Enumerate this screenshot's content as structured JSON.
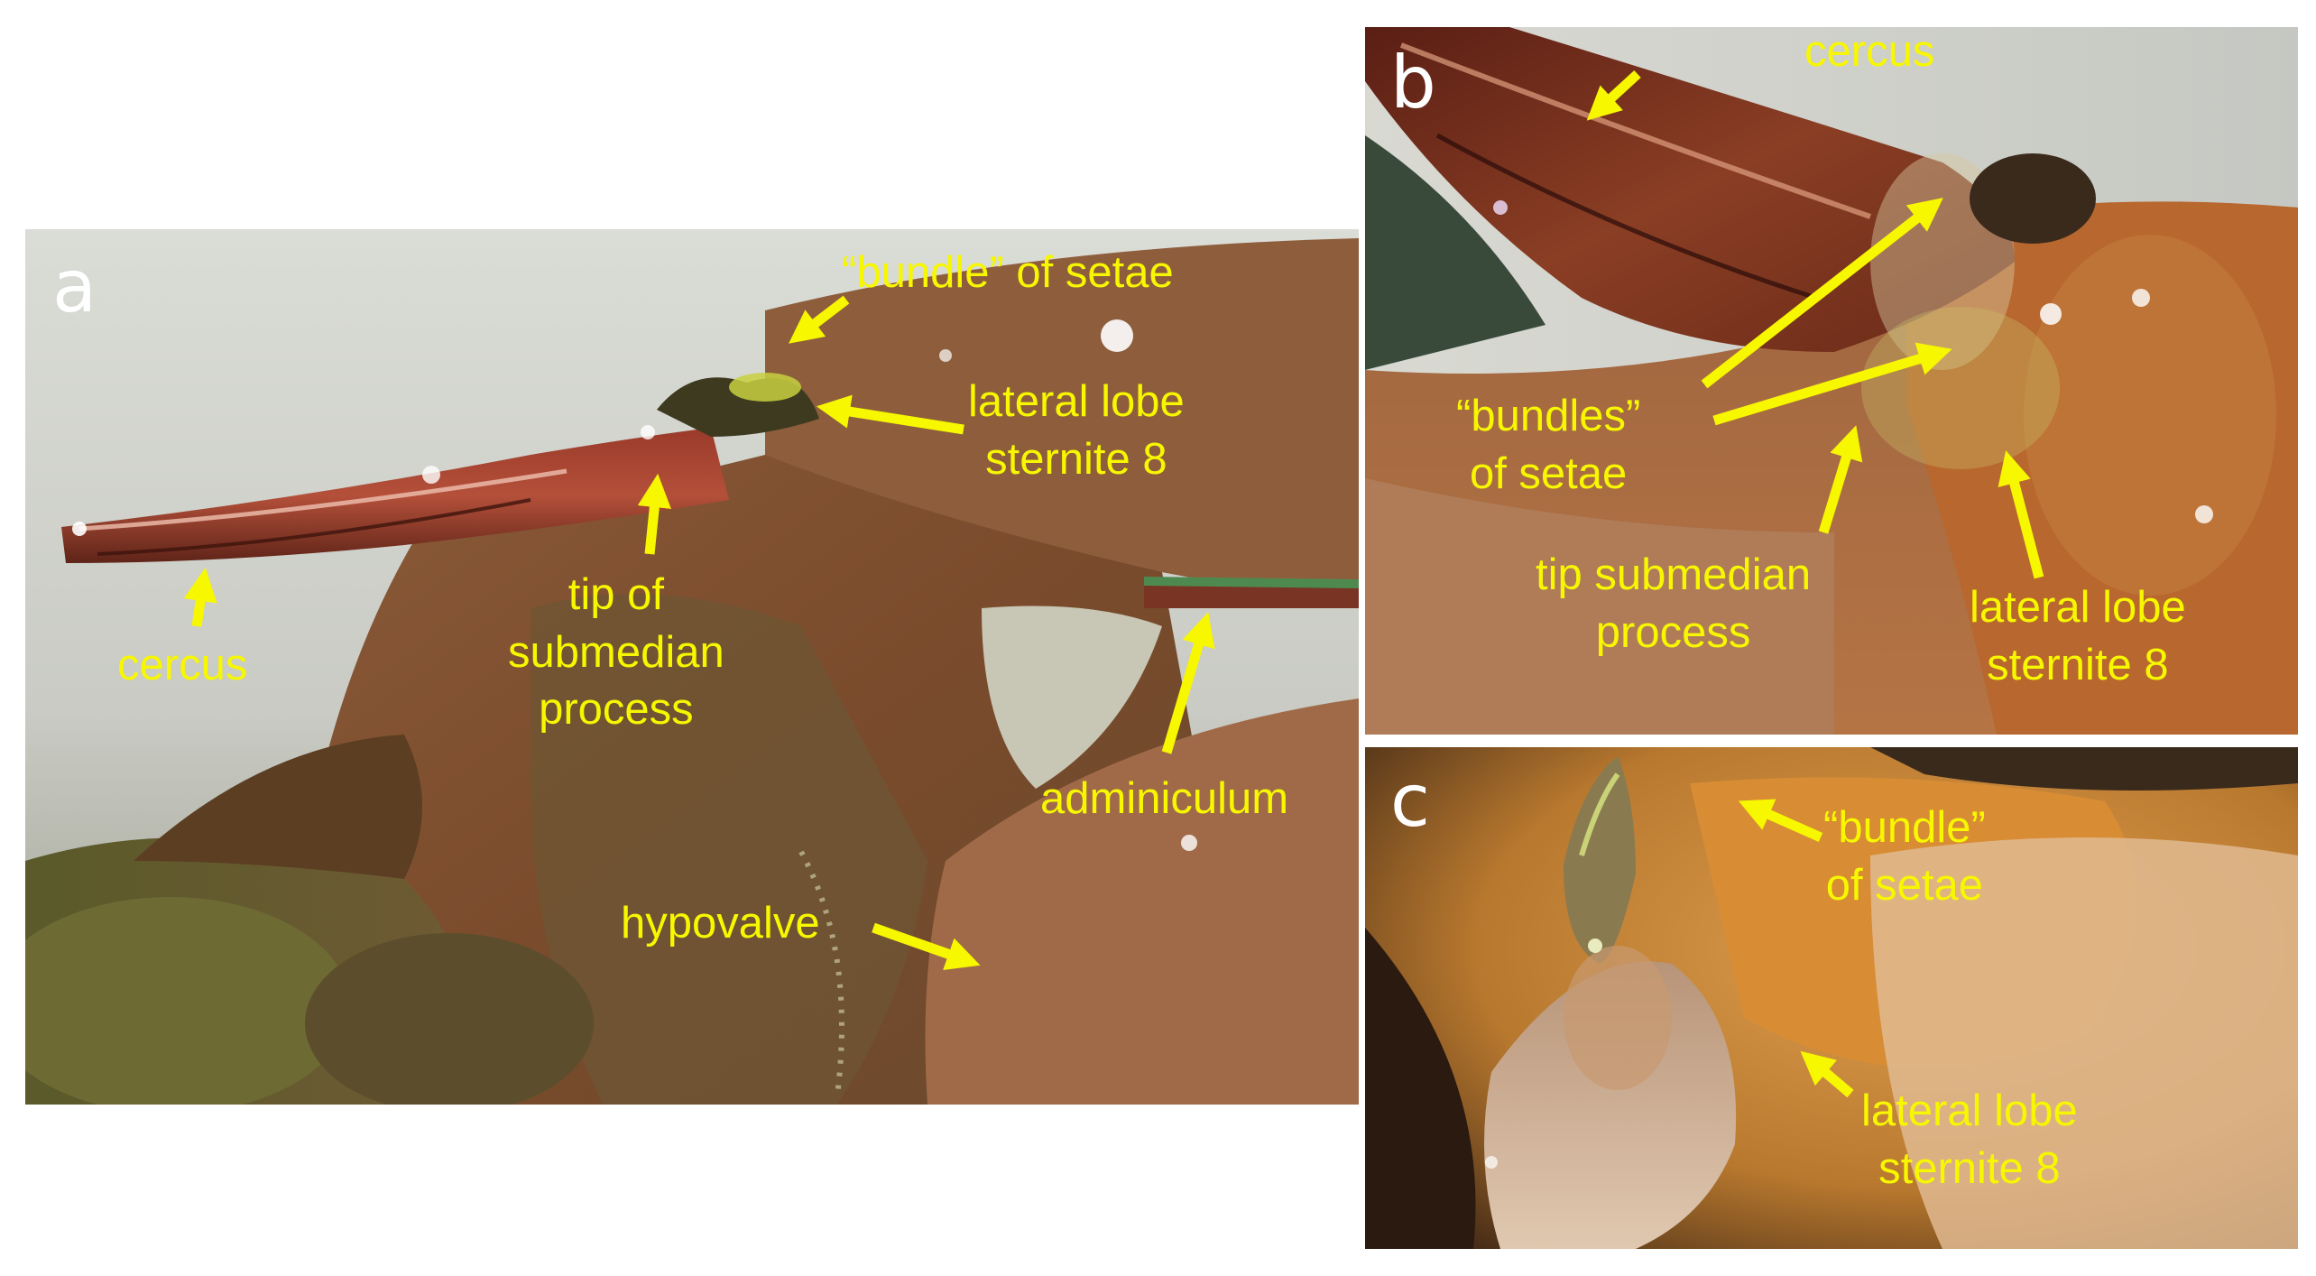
{
  "colors": {
    "label": "#f7f700",
    "panel_letter": "#ffffff",
    "background": "#ffffff"
  },
  "panels": {
    "a": {
      "letter": "a",
      "labels": {
        "bundle_of_setae": "“bundle” of setae",
        "lateral_lobe_line1": "lateral lobe",
        "lateral_lobe_line2": "sternite 8",
        "tip_line1": "tip of",
        "tip_line2": "submedian",
        "tip_line3": "process",
        "cercus": "cercus",
        "adminiculum": "adminiculum",
        "hypovalve": "hypovalve"
      }
    },
    "b": {
      "letter": "b",
      "labels": {
        "cercus": "cercus",
        "bundles_line1": "“bundles”",
        "bundles_line2": "of setae",
        "tip_line1": "tip submedian",
        "tip_line2": "process",
        "lateral_lobe_line1": "lateral lobe",
        "lateral_lobe_line2": "sternite 8"
      }
    },
    "c": {
      "letter": "c",
      "labels": {
        "bundle_line1": "“bundle”",
        "bundle_line2": "of setae",
        "lateral_lobe_line1": "lateral lobe",
        "lateral_lobe_line2": "sternite 8"
      }
    }
  }
}
